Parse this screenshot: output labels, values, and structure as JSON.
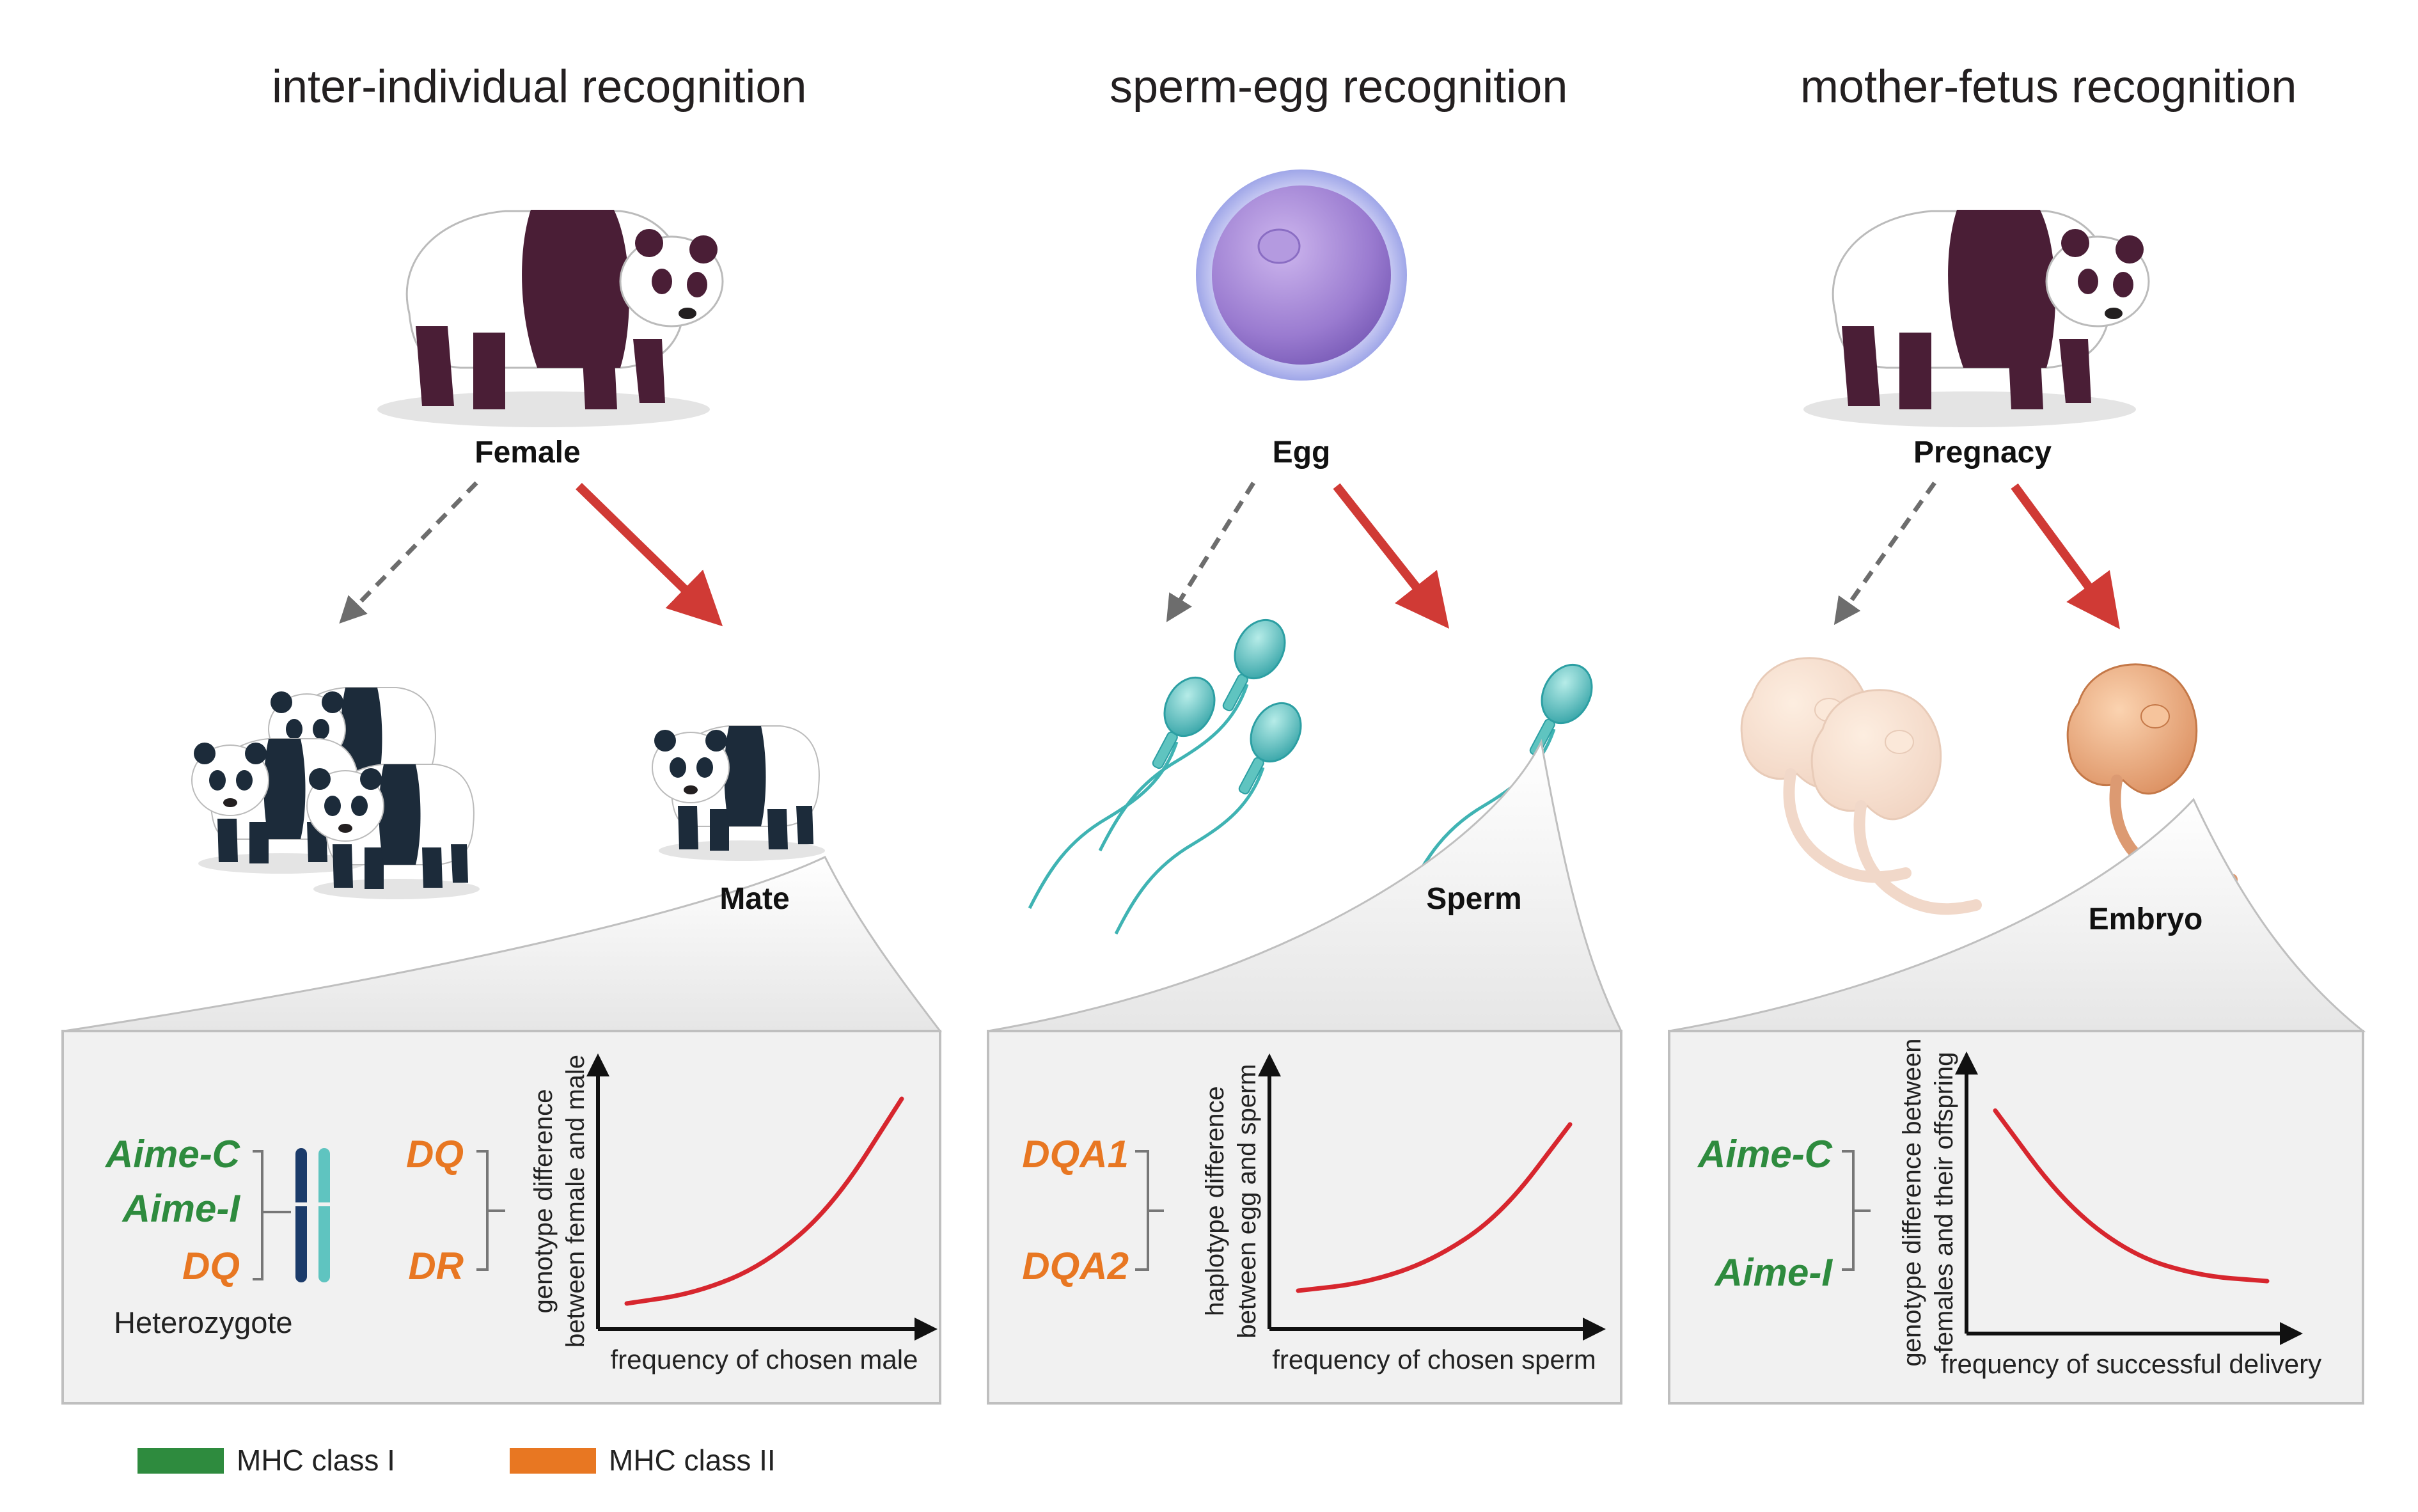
{
  "colors": {
    "mhc_class_i": "#2e8b3e",
    "mhc_class_ii": "#e87722",
    "chosen_arrow": "#d03a35",
    "other_arrow": "#6d6d6d",
    "curve": "#d7262e",
    "panda_dark": "#4a1e36",
    "panda_dark_small": "#1c2b3a",
    "sperm": "#3fb3b3",
    "egg": "#a890d8",
    "embryo": "#e8a070"
  },
  "panels": [
    {
      "title": "inter-individual recognition",
      "top_label": "Female",
      "bottom_label": "Mate",
      "inset": {
        "genes_left": [
          {
            "text": "Aime-C",
            "class": "I"
          },
          {
            "text": "Aime-I",
            "class": "I"
          },
          {
            "text": "DQ",
            "class": "II"
          }
        ],
        "genes_right": [
          {
            "text": "DQ",
            "class": "II"
          },
          {
            "text": "DR",
            "class": "II"
          }
        ],
        "chromosome_caption": "Heterozygote"
      }
    },
    {
      "title": "sperm-egg recognition",
      "top_label": "Egg",
      "bottom_label": "Sperm",
      "inset": {
        "genes_left": [
          {
            "text": "DQA1",
            "class": "II"
          },
          {
            "text": "DQA2",
            "class": "II"
          }
        ]
      }
    },
    {
      "title": "mother-fetus recognition",
      "top_label": "Pregnacy",
      "bottom_label": "Embryo",
      "inset": {
        "genes_left": [
          {
            "text": "Aime-C",
            "class": "I"
          },
          {
            "text": "Aime-I",
            "class": "I"
          }
        ]
      }
    }
  ],
  "chart_data": [
    {
      "type": "line",
      "xlabel": "frequency of chosen male",
      "ylabel": [
        "genotype difference",
        "between female and male"
      ],
      "trend": "increasing",
      "series": [
        {
          "x": [
            0,
            0.25,
            0.5,
            0.75,
            1.0
          ],
          "y": [
            0.1,
            0.14,
            0.25,
            0.48,
            0.9
          ]
        }
      ]
    },
    {
      "type": "line",
      "xlabel": "frequency of chosen sperm",
      "ylabel": [
        "haplotype difference",
        "between egg and sperm"
      ],
      "trend": "increasing",
      "series": [
        {
          "x": [
            0,
            0.25,
            0.5,
            0.75,
            1.0
          ],
          "y": [
            0.15,
            0.18,
            0.27,
            0.45,
            0.8
          ]
        }
      ]
    },
    {
      "type": "line",
      "xlabel": "frequency of successful delivery",
      "ylabel": [
        "genotype difference between",
        "females and their offspring"
      ],
      "trend": "decreasing",
      "series": [
        {
          "x": [
            0,
            0.25,
            0.5,
            0.75,
            1.0
          ],
          "y": [
            0.85,
            0.5,
            0.3,
            0.22,
            0.2
          ]
        }
      ]
    }
  ],
  "legend": [
    {
      "label": "MHC class I",
      "color": "#2e8b3e"
    },
    {
      "label": "MHC class II",
      "color": "#e87722"
    }
  ]
}
